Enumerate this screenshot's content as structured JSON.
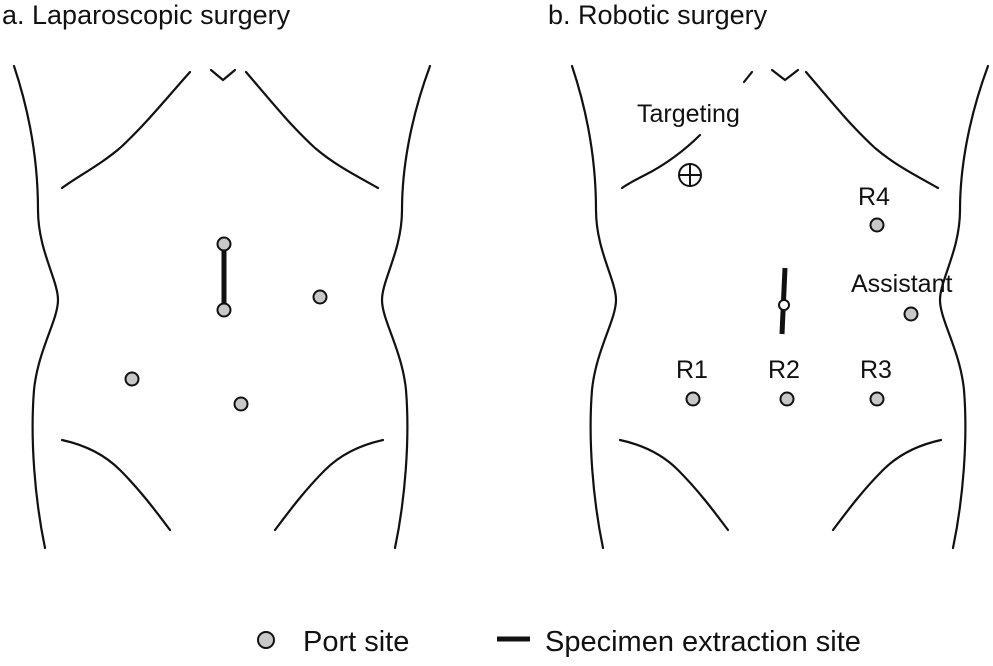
{
  "panels": {
    "laparoscopic": {
      "title": "a. Laparoscopic surgery"
    },
    "robotic": {
      "title": "b. Robotic surgery",
      "labels": {
        "targeting": "Targeting",
        "r1": "R1",
        "r2": "R2",
        "r3": "R3",
        "r4": "R4",
        "assistant": "Assistant"
      }
    }
  },
  "legend": {
    "port_site": "Port site",
    "specimen_extraction_site": "Specimen extraction site"
  },
  "colors": {
    "port_fill": "#c8c8c8",
    "line": "#111111",
    "background": "#ffffff"
  }
}
